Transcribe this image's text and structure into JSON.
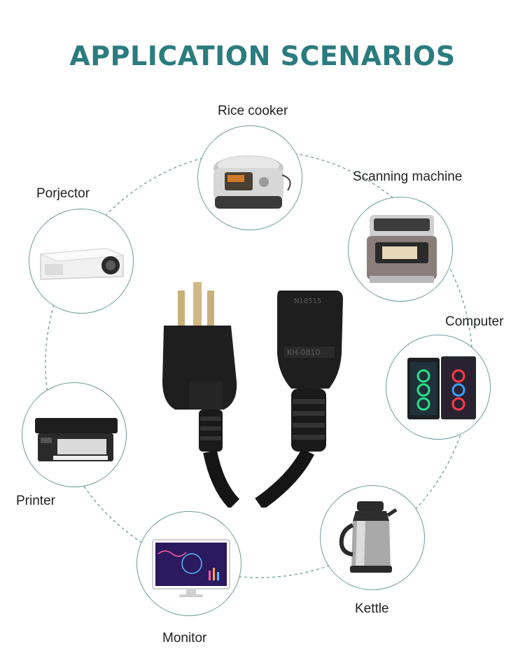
{
  "title": "APPLICATION SCENARIOS",
  "colors": {
    "accent": "#2b7c7e",
    "ring": "#6e9b9b"
  },
  "scenarios": [
    {
      "label": "Rice cooker",
      "icon": "rice-cooker-icon"
    },
    {
      "label": "Scanning machine",
      "icon": "scanner-icon"
    },
    {
      "label": "Computer",
      "icon": "computer-tower-icon"
    },
    {
      "label": "Kettle",
      "icon": "kettle-icon"
    },
    {
      "label": "Monitor",
      "icon": "monitor-icon"
    },
    {
      "label": "Printer",
      "icon": "printer-icon"
    },
    {
      "label": "Porjector",
      "icon": "projector-icon"
    }
  ],
  "center": {
    "icon": "power-cord-icon",
    "plug_text": "N18515",
    "connector_text": "KH-0810"
  }
}
